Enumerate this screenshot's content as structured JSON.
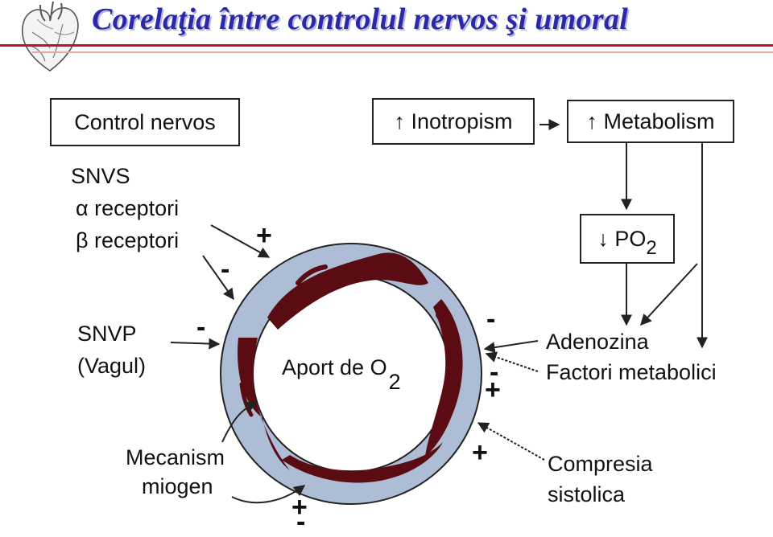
{
  "title": "Corelaţia între controlul nervos şi umoral",
  "boxes": {
    "control_nervos": "Control nervos",
    "inotropism": "↑ Inotropism",
    "metabolism": "↑ Metabolism",
    "po2_prefix": "↓ PO",
    "po2_sub": "2"
  },
  "labels": {
    "snvs": "SNVS",
    "alpha_receptori": "α receptori",
    "beta_receptori": "β receptori",
    "snvp": "SNVP",
    "vagul": "(Vagul)",
    "aport_prefix": "Aport de O",
    "aport_sub": "2",
    "adenozina": "Adenozina",
    "factori": "Factori metabolici",
    "compresia": "Compresia",
    "sistolica": "sistolica",
    "mecanism": "Mecanism",
    "miogen": "miogen"
  },
  "signs": {
    "alpha_plus": "+",
    "beta_minus": "-",
    "snvp_minus": "-",
    "aden_minus": "-",
    "fact_minus": "-",
    "fact_plus": "+",
    "compresia_plus": "+",
    "miogen_plus": "+",
    "miogen_minus": "-"
  },
  "colors": {
    "title": "#2a2aa8",
    "rule": "#c8102e",
    "vessel_wall": "#aebdd6",
    "muscle": "#5a0c12"
  },
  "icons": {
    "logo": "anatomical-heart-icon"
  }
}
